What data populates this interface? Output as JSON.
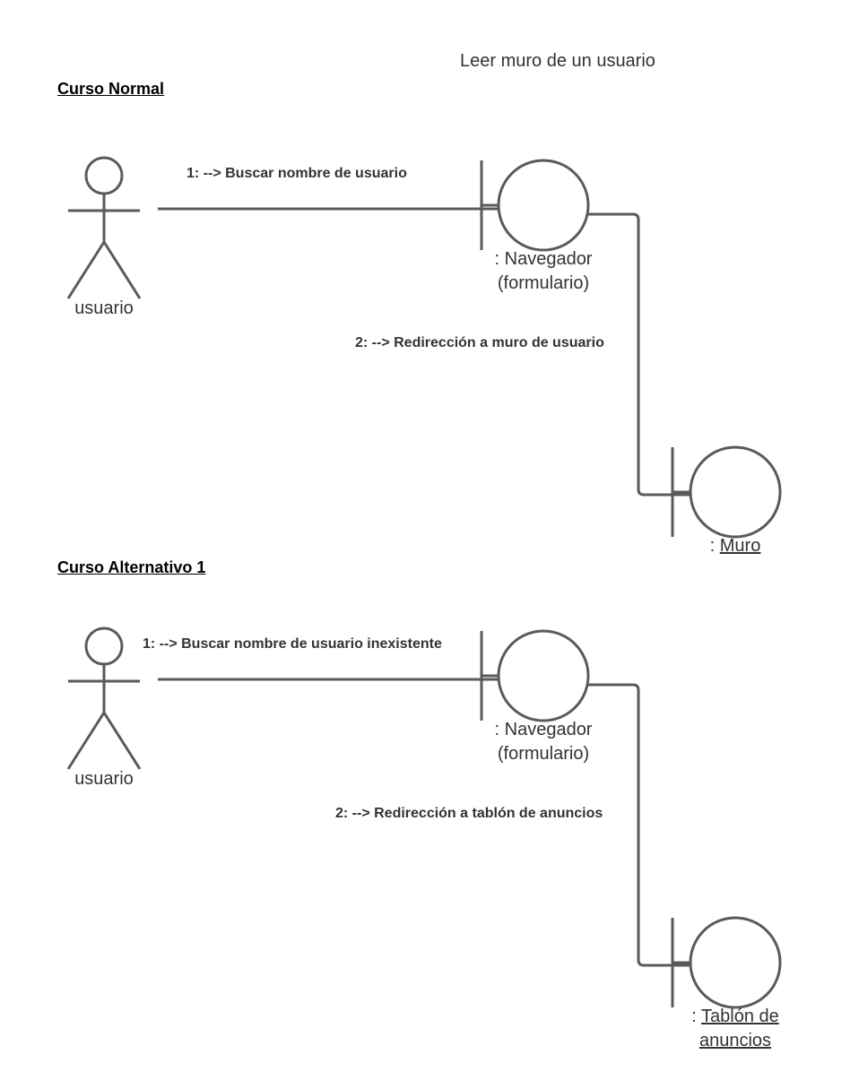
{
  "title": "Leer muro de un usuario",
  "normal": {
    "heading": "Curso Normal",
    "actor": "usuario",
    "msg1": "1: --> Buscar nombre de usuario",
    "msg2": "2: --> Redirección a muro de usuario",
    "boundary1": {
      "line1": ": Navegador",
      "line2": "(formulario)"
    },
    "boundary2": {
      "prefix": ": ",
      "name": "Muro"
    }
  },
  "alt1": {
    "heading": "Curso Alternativo 1",
    "actor": "usuario",
    "msg1": "1: --> Buscar nombre de usuario inexistente",
    "msg2": "2: --> Redirección a tablón de anuncios",
    "boundary1": {
      "line1": ": Navegador",
      "line2": "(formulario)"
    },
    "boundary2": {
      "prefix": ": ",
      "name_line1": "Tablón de",
      "name_line2": "anuncios"
    }
  }
}
